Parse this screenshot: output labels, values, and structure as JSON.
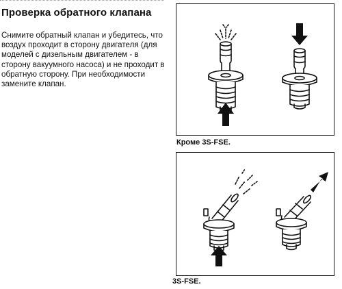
{
  "section": {
    "title": "Проверка обратного клапана",
    "instructions": "Снимите обратный клапан и убедитесь, что воздух проходит в сторону двигателя (для моделей с дизельным двигателем - в сторону вакуумного насоса) и не проходит в обратную сторону. При необходимости замените клапан."
  },
  "figures": [
    {
      "caption": "Кроме 3S-FSE.",
      "valve_type": "straight",
      "icons": [
        "straight-check-valve-icon",
        "air-flow-up-icon",
        "air-push-down-icon"
      ]
    },
    {
      "caption": "3S-FSE.",
      "valve_type": "angled",
      "icons": [
        "angled-check-valve-icon",
        "air-flow-diagonal-icon",
        "air-push-diagonal-icon"
      ]
    }
  ],
  "colors": {
    "ink": "#111111",
    "paper": "#ffffff"
  }
}
